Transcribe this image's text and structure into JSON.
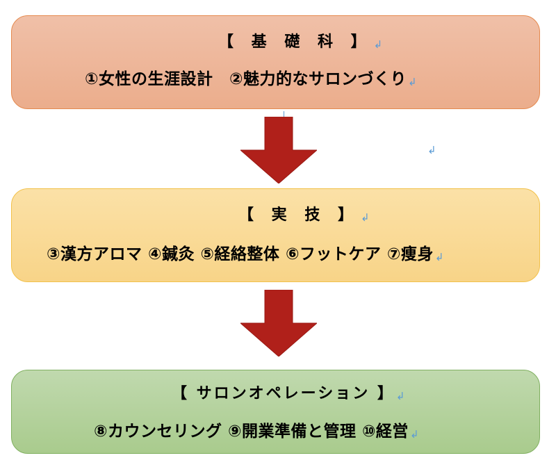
{
  "colors": {
    "stage_1_fill": "#ebad8c",
    "stage_1_border": "#e58a4f",
    "stage_2_fill": "#f8d488",
    "stage_2_border": "#f2c14a",
    "stage_3_fill": "#a9cb8d",
    "stage_3_border": "#80b060",
    "arrow": "#b0201a",
    "return_mark": "#5b9bd5"
  },
  "return_mark": "↲",
  "stages": [
    {
      "heading": "【 基 礎 科 】",
      "items": "①女性の生涯設計　②魅力的なサロンづくり"
    },
    {
      "heading": "【 実 技 】",
      "items": "③漢方アロマ ④鍼灸 ⑤経絡整体 ⑥フットケア ⑦痩身"
    },
    {
      "heading": "【 サロンオペレーション 】",
      "items": "⑧カウンセリング ⑨開業準備と管理 ⑩経営"
    }
  ],
  "arrows": [
    {
      "from": "基礎科",
      "to": "実技",
      "direction": "down"
    },
    {
      "from": "実技",
      "to": "サロンオペレーション",
      "direction": "down"
    }
  ]
}
